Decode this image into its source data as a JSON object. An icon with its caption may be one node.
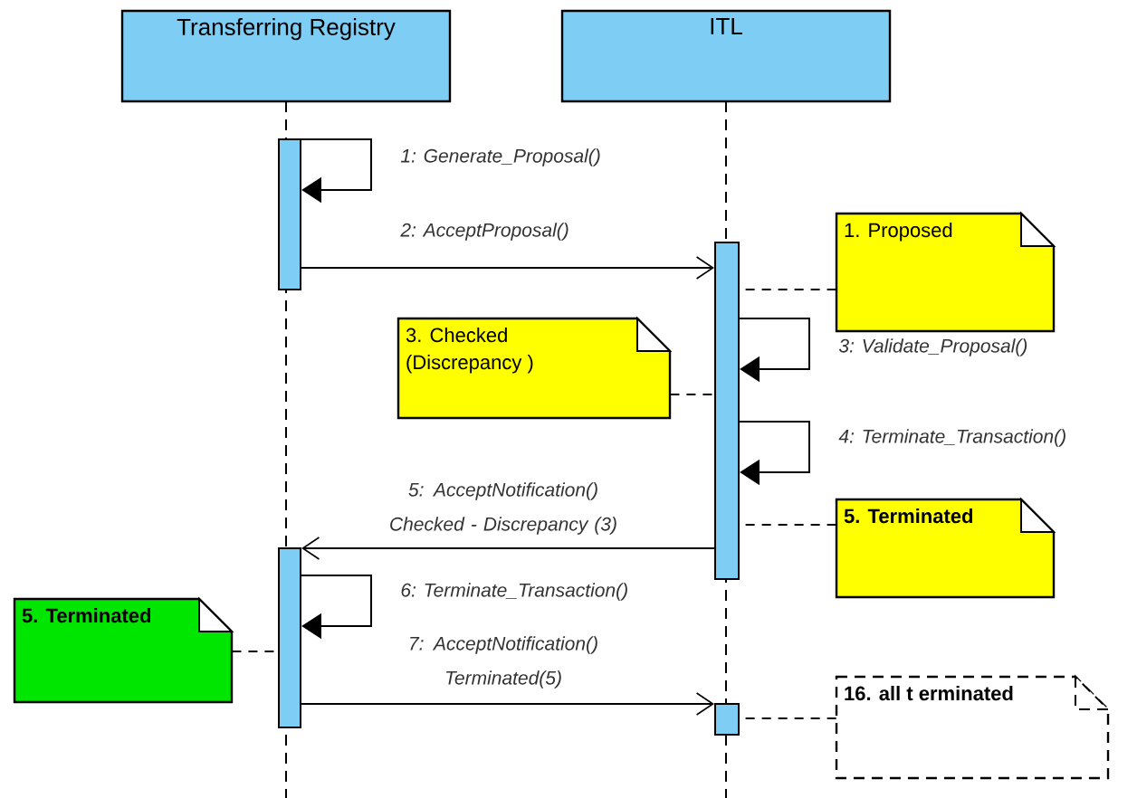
{
  "diagram": {
    "nodes": [
      {
        "text": [
          "Transferring Registry"
        ]
      },
      {
        "text": [
          "ITL"
        ]
      },
      {
        "text": [],
        "shape": "bar"
      },
      {
        "text": [],
        "shape": "bar"
      },
      {
        "text": [],
        "shape": "bar"
      },
      {
        "text": [],
        "shape": "bar"
      },
      {
        "text": [
          "1. Proposed"
        ]
      },
      {
        "text": [
          "3. Checked (Discrepancy )"
        ]
      },
      {
        "text": [
          "5. Terminated"
        ]
      },
      {
        "text": [
          "5. Terminated"
        ]
      },
      {
        "text": [
          "16. all t erminated"
        ]
      }
    ],
    "edges": [
      {
        "from": 2,
        "to": 2,
        "arrow": "to",
        "label": "1: Generate_Proposal()"
      },
      {
        "from": 2,
        "to": 3,
        "arrow": "to",
        "label": "2: AcceptProposal()"
      },
      {
        "from": 3,
        "to": 3,
        "arrow": "to",
        "label": "3: Validate_Proposal()"
      },
      {
        "from": 3,
        "to": 3,
        "arrow": "to",
        "label": "4: Terminate_Transaction()"
      },
      {
        "from": 3,
        "to": 4,
        "arrow": "to",
        "label": "5: AcceptNotification() Checked - Discrepancy   (3)"
      },
      {
        "from": 4,
        "to": 4,
        "arrow": "to",
        "label": "6: Terminate_Transaction()"
      },
      {
        "from": 4,
        "to": 5,
        "arrow": "to",
        "label": "7: AcceptNotification() Terminated(5)"
      },
      {
        "from": 6,
        "to": 3,
        "arrow": "none",
        "style": "dashed"
      },
      {
        "from": 7,
        "to": 3,
        "arrow": "none",
        "style": "dashed"
      },
      {
        "from": 8,
        "to": 3,
        "arrow": "none",
        "style": "dashed"
      },
      {
        "from": 9,
        "to": 4,
        "arrow": "none",
        "style": "dashed"
      },
      {
        "from": 10,
        "to": 5,
        "arrow": "none",
        "style": "dashed"
      }
    ]
  }
}
